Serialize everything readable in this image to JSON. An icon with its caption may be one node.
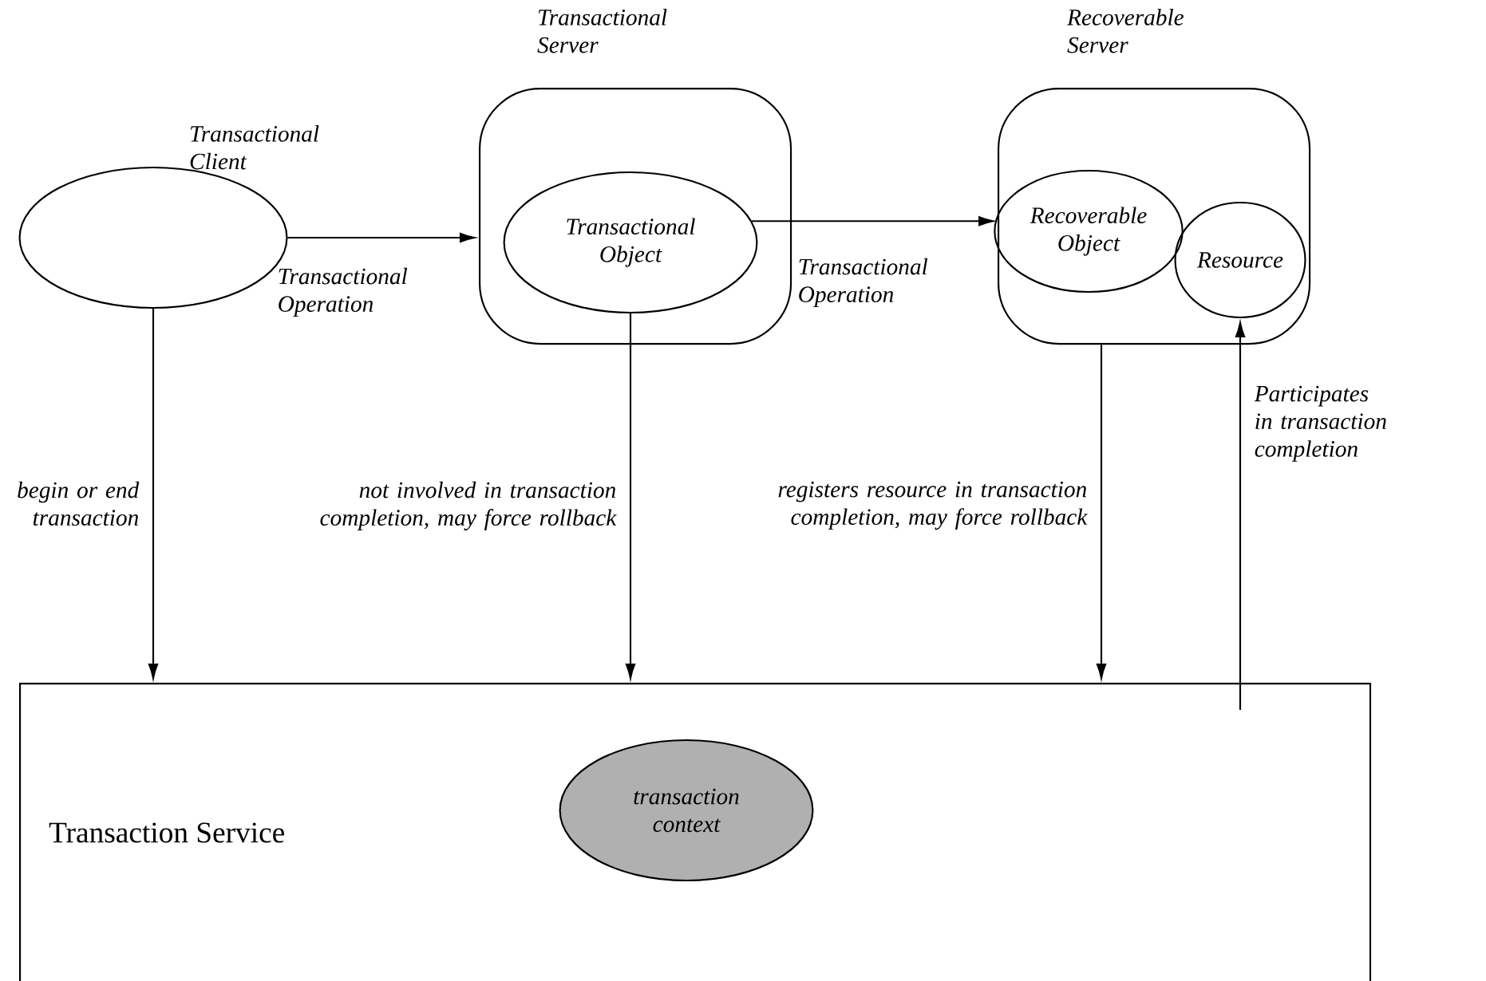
{
  "diagram": {
    "nodes": [
      {
        "text": [
          "Transactional Client"
        ]
      },
      {
        "text": [
          "Transactional Server"
        ]
      },
      {
        "text": [
          "Transactional Object"
        ],
        "in": 1
      },
      {
        "text": [
          "Recoverable Server"
        ]
      },
      {
        "text": [
          "Recoverable Object"
        ],
        "in": 3
      },
      {
        "text": [
          "Resource"
        ],
        "in": 3
      },
      {
        "text": [
          "Transaction Service"
        ]
      },
      {
        "text": [
          "transaction context"
        ],
        "in": 6
      }
    ],
    "edges": [
      {
        "from": 0,
        "to": 1,
        "arrow": "to",
        "label": "Transactional Operation"
      },
      {
        "from": 2,
        "to": 3,
        "arrow": "to",
        "label": "Transactional Operation"
      },
      {
        "from": 0,
        "to": 6,
        "arrow": "to",
        "label": "begin or end transaction"
      },
      {
        "from": 2,
        "to": 6,
        "arrow": "to",
        "label": "not involved in transaction completion, may force rollback"
      },
      {
        "from": 3,
        "to": 6,
        "arrow": "to",
        "label": "registers resource in transaction completion, may force rollback"
      },
      {
        "from": 6,
        "to": 5,
        "arrow": "to",
        "label": "Participates in transaction completion"
      }
    ]
  }
}
